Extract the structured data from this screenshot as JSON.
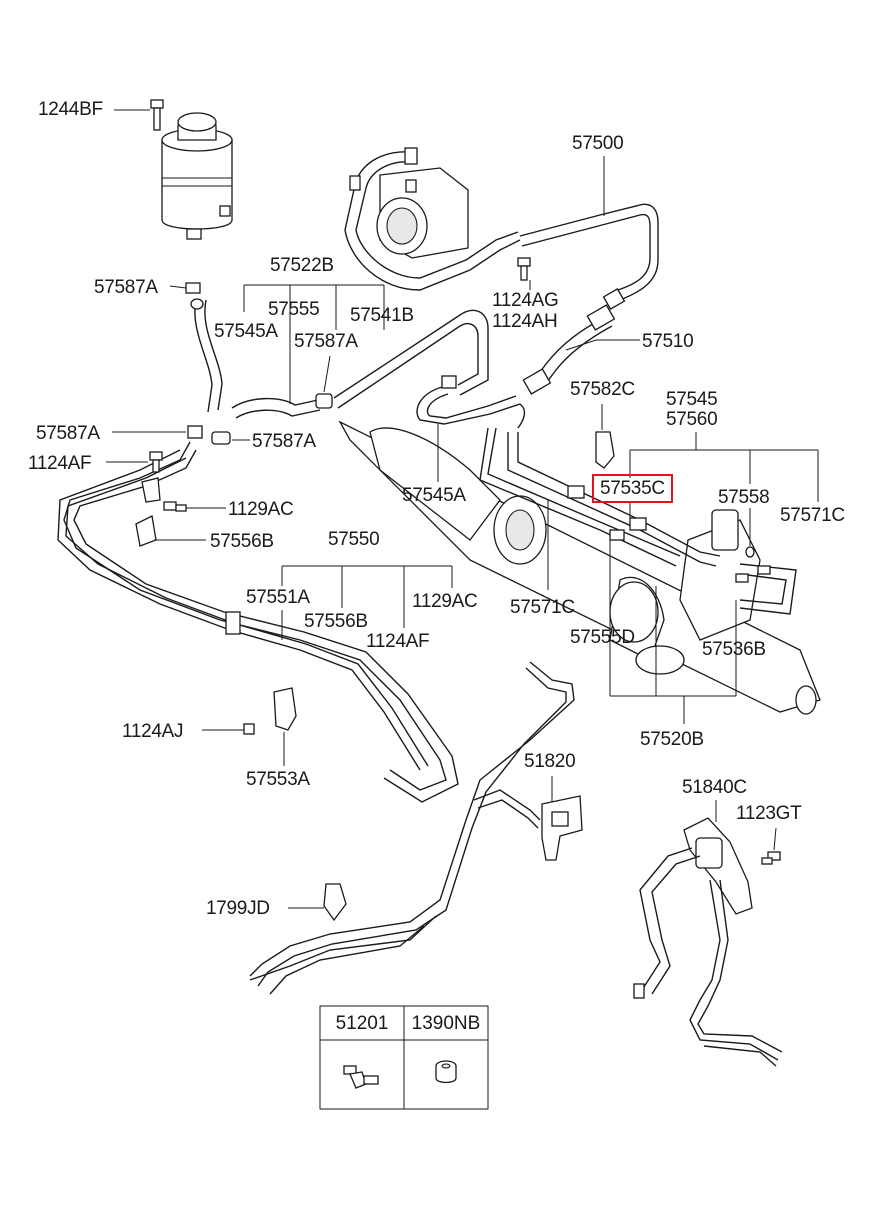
{
  "colors": {
    "line": "#1a1a1a",
    "highlight": "#e0141e",
    "background": "#ffffff"
  },
  "labels": {
    "p1244BF": "1244BF",
    "p57500": "57500",
    "p57522B": "57522B",
    "p57587A_top": "57587A",
    "p57555_top": "57555",
    "p57545A_left": "57545A",
    "p57541B": "57541B",
    "p57587A_mid": "57587A",
    "p1124AG": "1124AG",
    "p1124AH": "1124AH",
    "p57510": "57510",
    "p57582C": "57582C",
    "p57545": "57545",
    "p57560": "57560",
    "p57587A_left": "57587A",
    "p57587A_right": "57587A",
    "p1124AF_left": "1124AF",
    "p57535C": "57535C",
    "p57545A_mid": "57545A",
    "p57558": "57558",
    "p57571C_right": "57571C",
    "p1129AC_left": "1129AC",
    "p57556B_left": "57556B",
    "p57550": "57550",
    "p57551A": "57551A",
    "p57556B_mid": "57556B",
    "p1129AC_mid": "1129AC",
    "p1124AF_mid": "1124AF",
    "p57571C_mid": "57571C",
    "p57555D": "57555D",
    "p57536B": "57536B",
    "p57520B": "57520B",
    "p1124AJ": "1124AJ",
    "p57553A": "57553A",
    "p51820": "51820",
    "p51840C": "51840C",
    "p1123GT": "1123GT",
    "p1799JD": "1799JD"
  },
  "legend": {
    "headers": [
      "51201",
      "1390NB"
    ]
  },
  "icons": {
    "reservoir": "reservoir-icon",
    "pump": "pump-icon",
    "gear": "steering-gear-icon",
    "bolt": "bolt-icon",
    "clamp": "clamp-icon",
    "bracket": "bracket-icon",
    "nut": "nut-icon"
  }
}
